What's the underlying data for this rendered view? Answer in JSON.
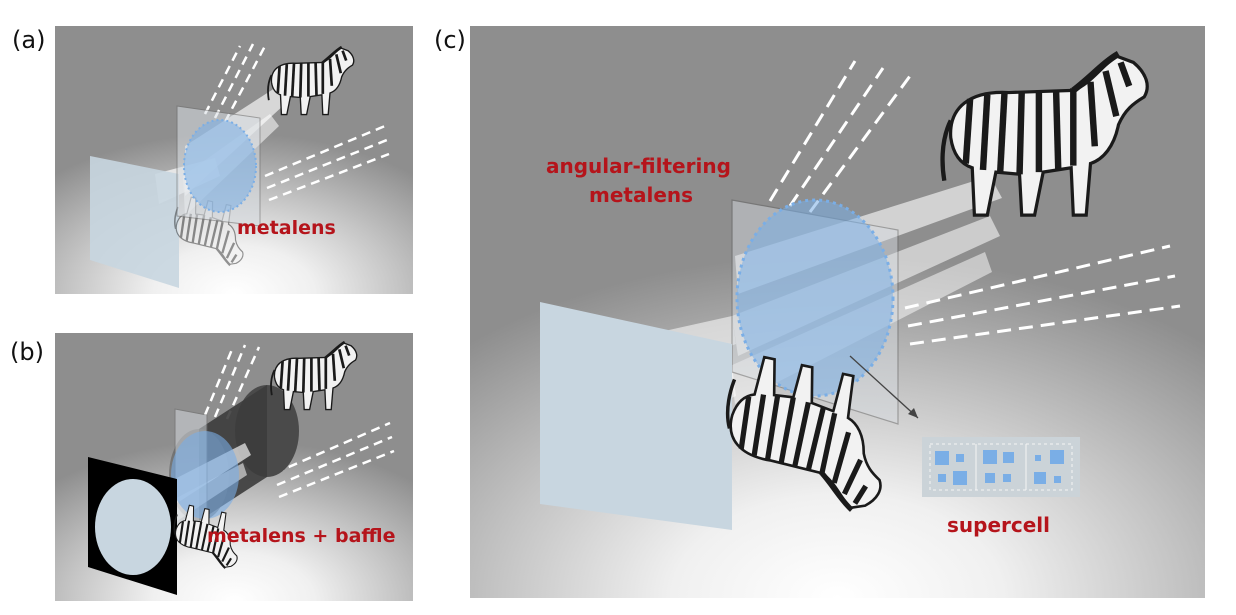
{
  "figure": {
    "panel_a": {
      "label": "(a)",
      "caption": "metalens"
    },
    "panel_b": {
      "label": "(b)",
      "caption": "metalens + baffle"
    },
    "panel_c": {
      "label": "(c)",
      "caption_line1": "angular-filtering",
      "caption_line2": "metalens",
      "inset_caption": "supercell"
    }
  },
  "colors": {
    "caption_red": "#b5141b",
    "metasurface_blue": "#7aaee6",
    "screen": "#c8d6e0"
  },
  "icons": [
    "zebra-icon",
    "inverted-zebra-icon",
    "metalens-icon",
    "baffle-icon",
    "supercell-icon"
  ]
}
